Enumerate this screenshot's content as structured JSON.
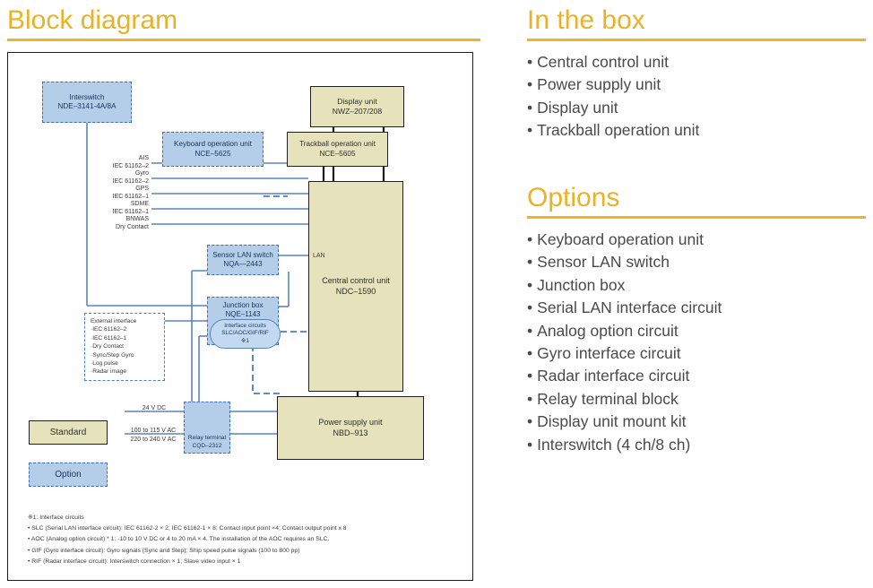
{
  "left": {
    "title": "Block diagram",
    "blocks": [
      {
        "id": "interswitch",
        "l1": "Interswitch",
        "l2": "NDE–3141-4A/8A",
        "kind": "option"
      },
      {
        "id": "display-unit",
        "l1": "Display unit",
        "l2": "NWZ–207/208",
        "kind": "standard"
      },
      {
        "id": "keyboard-unit",
        "l1": "Keyboard operation unit",
        "l2": "NCE–5625",
        "kind": "option"
      },
      {
        "id": "trackball-unit",
        "l1": "Trackball operation unit",
        "l2": "NCE–5605",
        "kind": "standard"
      },
      {
        "id": "central-control",
        "l1": "Central control unit",
        "l2": "NDC–1590",
        "kind": "standard"
      },
      {
        "id": "sensor-lan-switch",
        "l1": "Sensor LAN switch",
        "l2": "NQA—2443",
        "kind": "option"
      },
      {
        "id": "junction-box",
        "l1": "Junction box",
        "l2": "NQE–1143",
        "kind": "option"
      },
      {
        "id": "interface-circuits",
        "l1": "Interface circuits",
        "l2": "SLC/AOC/GIF/RIF",
        "l3": "※1",
        "kind": "option-round"
      },
      {
        "id": "power-supply",
        "l1": "Power supply unit",
        "l2": "NBD–913",
        "kind": "standard"
      },
      {
        "id": "relay-terminal",
        "l1": "Relay terminal",
        "l2": "CQD–2312",
        "kind": "option"
      }
    ],
    "signals": [
      {
        "name": "AIS",
        "std": "IEC 61162–2"
      },
      {
        "name": "Gyro",
        "std": "IEC 61162–2"
      },
      {
        "name": "GPS",
        "std": "IEC 61162–1"
      },
      {
        "name": "SDME",
        "std": "IEC 61162–1"
      },
      {
        "name": "BNWAS",
        "std": "Dry Contact"
      }
    ],
    "lan_label": "LAN",
    "external_interface": {
      "title": "External interface",
      "items": [
        "·IEC 61162–2",
        "·IEC 61162–1",
        "·Dry Contact",
        "·Sync/Step Gyro",
        "·Log pulse",
        "·Radar image"
      ]
    },
    "power_labels": {
      "dc": "24 V DC",
      "ac1": "100 to 115 V AC",
      "ac2": "220 to 240 V AC"
    },
    "legend": {
      "standard": "Standard",
      "option": "Option"
    },
    "footnotes": {
      "head": "※1: Interface circuits",
      "lines": [
        "• SLC (Serial LAN interface circuit): IEC 61162-2 × 2; IEC 61162-1 × 8; Contact input point ×4; Contact output point x 8",
        "• AOC (Analog option circuit) * 1: -10 to 10 V DC or 4 to 20 mA × 4. The installation of the AOC requires an SLC.",
        "• GIF (Gyro interface circuit): Gyro signals (Sync and Step); Ship speed pulse signals (100 to 800 pp)",
        "• RIF (Radar interface circuit): Interswitch connection × 1; Slave video input × 1"
      ]
    }
  },
  "right": {
    "in_the_box": {
      "title": "In the box",
      "items": [
        "Central control unit",
        "Power supply unit",
        "Display unit",
        "Trackball operation unit"
      ]
    },
    "options": {
      "title": "Options",
      "items": [
        "Keyboard operation unit",
        "Sensor LAN switch",
        "Junction box",
        "Serial LAN interface circuit",
        "Analog option circuit",
        "Gyro interface circuit",
        "Radar interface circuit",
        "Relay terminal block",
        "Display unit mount kit",
        "Interswitch (4 ch/8 ch)"
      ]
    }
  },
  "colors": {
    "accent": "#edb42a",
    "standard_fill": "#e6e2bb",
    "option_fill": "#b4cde8",
    "option_border": "#3f6fb5",
    "blue_line": "#5b84bf",
    "black_line": "#1c1c1c"
  }
}
